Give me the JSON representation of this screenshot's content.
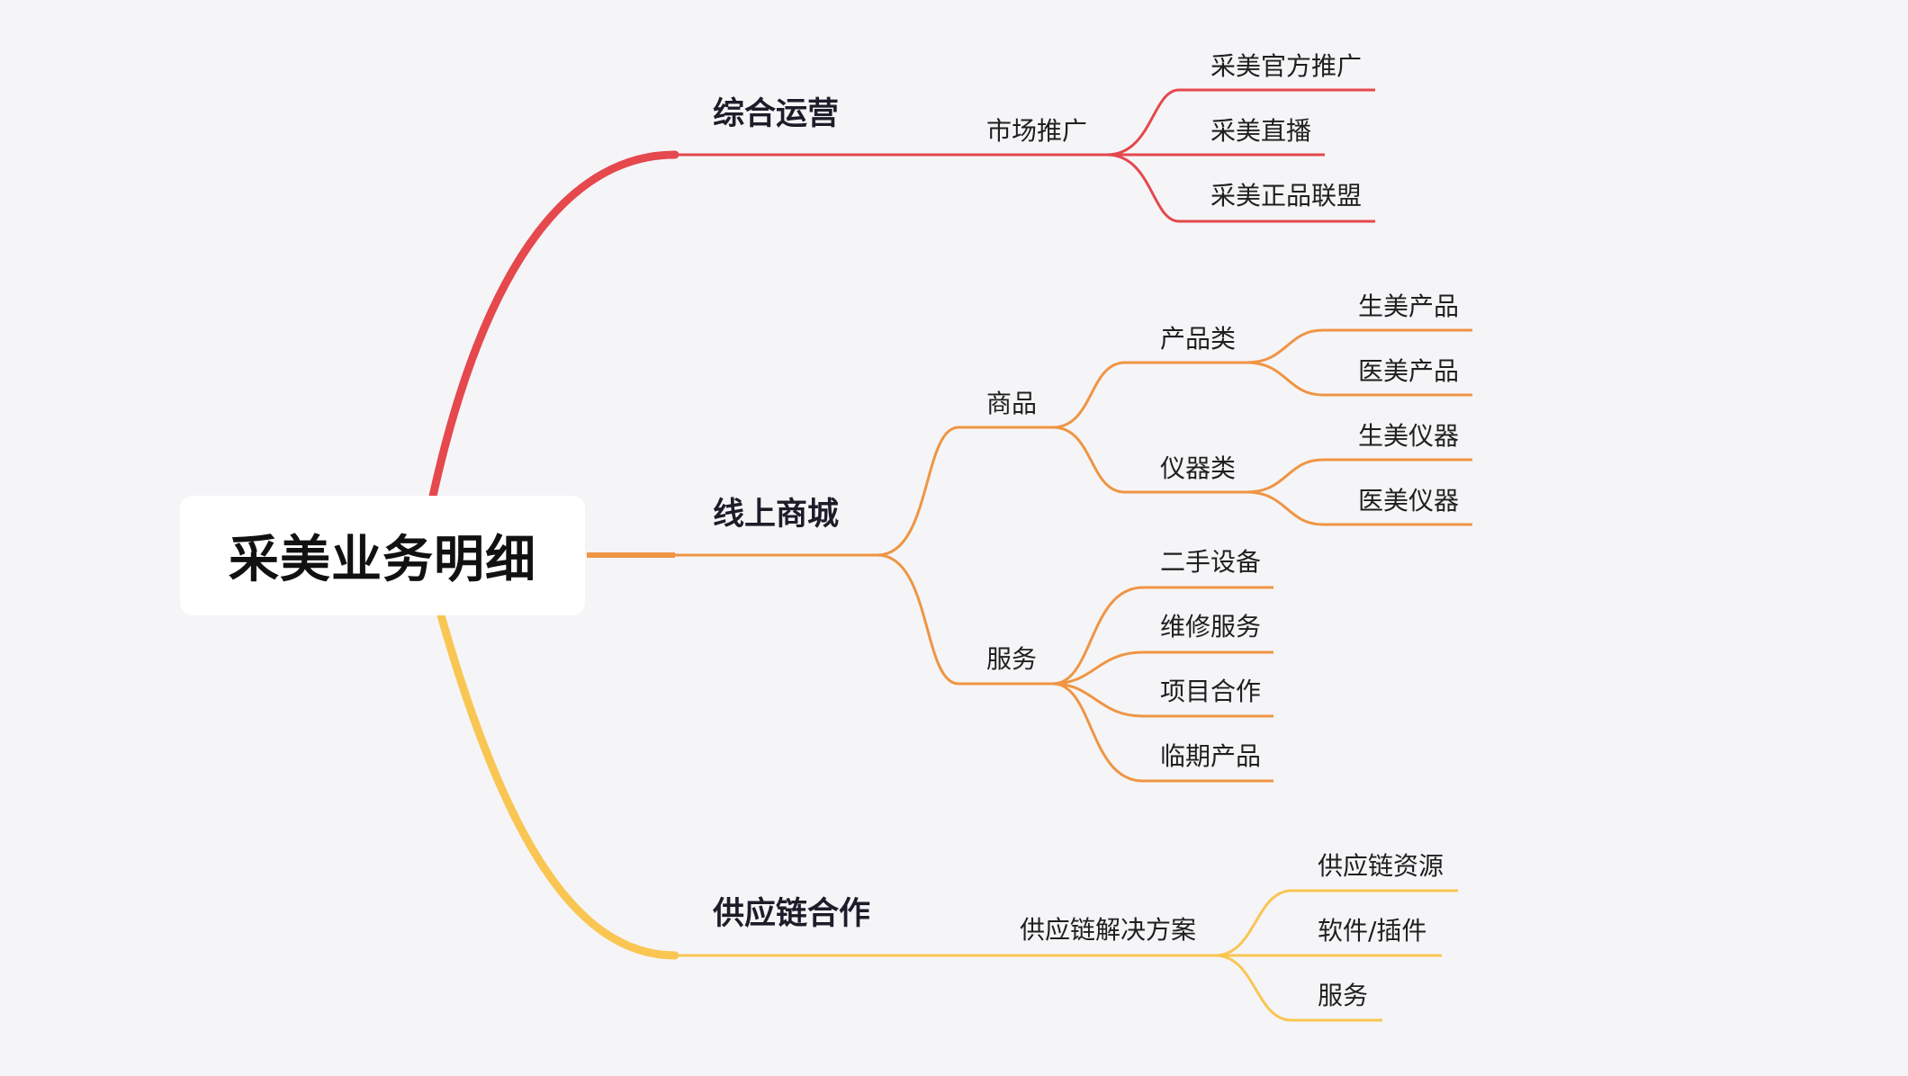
{
  "root": {
    "label": "采美业务明细"
  },
  "branches": [
    {
      "label": "综合运营",
      "color": "#e5484d",
      "children": [
        {
          "label": "市场推广",
          "children": [
            "采美官方推广",
            "采美直播",
            "采美正品联盟"
          ]
        }
      ]
    },
    {
      "label": "线上商城",
      "color": "#ef9544",
      "children": [
        {
          "label": "商品",
          "children": [
            {
              "label": "产品类",
              "children": [
                "生美产品",
                "医美产品"
              ]
            },
            {
              "label": "仪器类",
              "children": [
                "生美仪器",
                "医美仪器"
              ]
            }
          ]
        },
        {
          "label": "服务",
          "children": [
            "二手设备",
            "维修服务",
            "项目合作",
            "临期产品"
          ]
        }
      ]
    },
    {
      "label": "供应链合作",
      "color": "#f9c653",
      "children": [
        {
          "label": "供应链解决方案",
          "children": [
            "供应链资源",
            "软件/插件",
            "服务"
          ]
        }
      ]
    }
  ]
}
